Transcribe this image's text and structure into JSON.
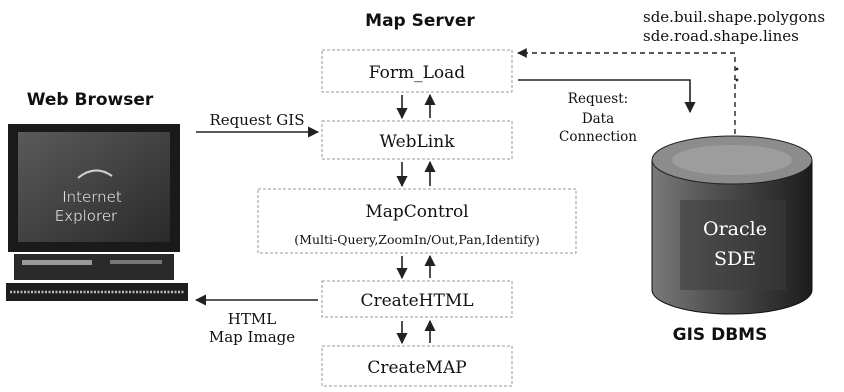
{
  "server": {
    "title": "Map Server",
    "boxes": {
      "form_load": "Form_Load",
      "weblink": "WebLink",
      "mapcontrol": "MapControl",
      "mapcontrol_sub": "(Multi-Query,ZoomIn/Out,Pan,Identify)",
      "createhtml": "CreateHTML",
      "createmap": "CreateMAP"
    }
  },
  "browser": {
    "title": "Web Browser",
    "screen_line1": "Internet",
    "screen_line2": "Explorer"
  },
  "dbms": {
    "title": "GIS DBMS",
    "oracle": "Oracle",
    "sde": "SDE",
    "layer1": "sde.buil.shape.polygons",
    "layer2": "sde.road.shape.lines"
  },
  "labels": {
    "request_gis": "Request GIS",
    "request_data_1": "Request:",
    "request_data_2": "Data",
    "request_data_3": "Connection",
    "html_map_1": "HTML",
    "html_map_2": "Map Image"
  }
}
